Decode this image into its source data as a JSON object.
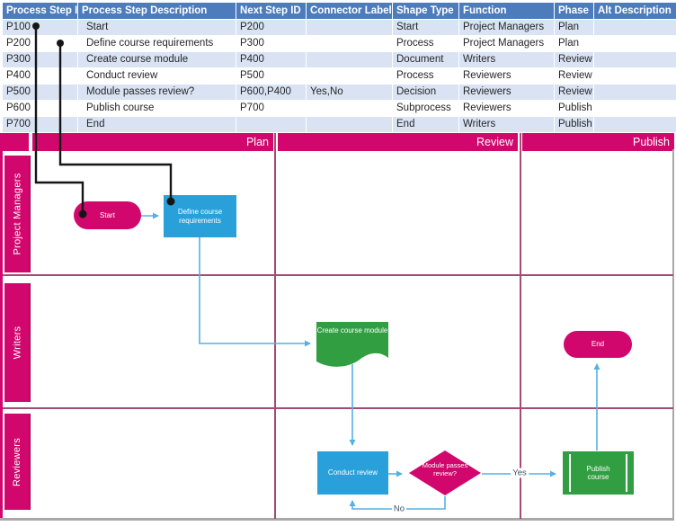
{
  "table": {
    "headers": [
      "Process Step ID",
      "Process Step Description",
      "Next Step ID",
      "Connector Label",
      "Shape Type",
      "Function",
      "Phase",
      "Alt Description"
    ],
    "rows": [
      [
        "P100",
        "Start",
        "P200",
        "",
        "Start",
        "Project Managers",
        "Plan",
        ""
      ],
      [
        "P200",
        "Define course requirements",
        "P300",
        "",
        "Process",
        "Project Managers",
        "Plan",
        ""
      ],
      [
        "P300",
        "Create course module",
        "P400",
        "",
        "Document",
        "Writers",
        "Review",
        ""
      ],
      [
        "P400",
        "Conduct review",
        "P500",
        "",
        "Process",
        "Reviewers",
        "Review",
        ""
      ],
      [
        "P500",
        "Module passes review?",
        "P600,P400",
        "Yes,No",
        "Decision",
        "Reviewers",
        "Review",
        ""
      ],
      [
        "P600",
        "Publish course",
        "P700",
        "",
        "Subprocess",
        "Reviewers",
        "Publish",
        ""
      ],
      [
        "P700",
        "End",
        "",
        "",
        "End",
        "Writers",
        "Publish",
        ""
      ]
    ]
  },
  "diagram": {
    "phases": [
      "Plan",
      "Review",
      "Publish"
    ],
    "lanes": [
      "Project Managers",
      "Writers",
      "Reviewers"
    ],
    "shapes": {
      "start": "Start",
      "define": "Define course requirements",
      "create": "Create course module",
      "end": "End",
      "conduct": "Conduct review",
      "decision": "Module passes review?",
      "publish": "Publish course"
    },
    "connector_labels": {
      "yes": "Yes",
      "no": "No"
    }
  },
  "colors": {
    "table_header_blue": "#4c7cbc",
    "table_row_alt": "#d9e3f3",
    "pink": "#d2076e",
    "lane_divider": "#a44a73",
    "shape_blue": "#2aa0da",
    "shape_green": "#319e41",
    "connector_blue": "#55b1e3",
    "mapping_line_black": "#151515"
  }
}
